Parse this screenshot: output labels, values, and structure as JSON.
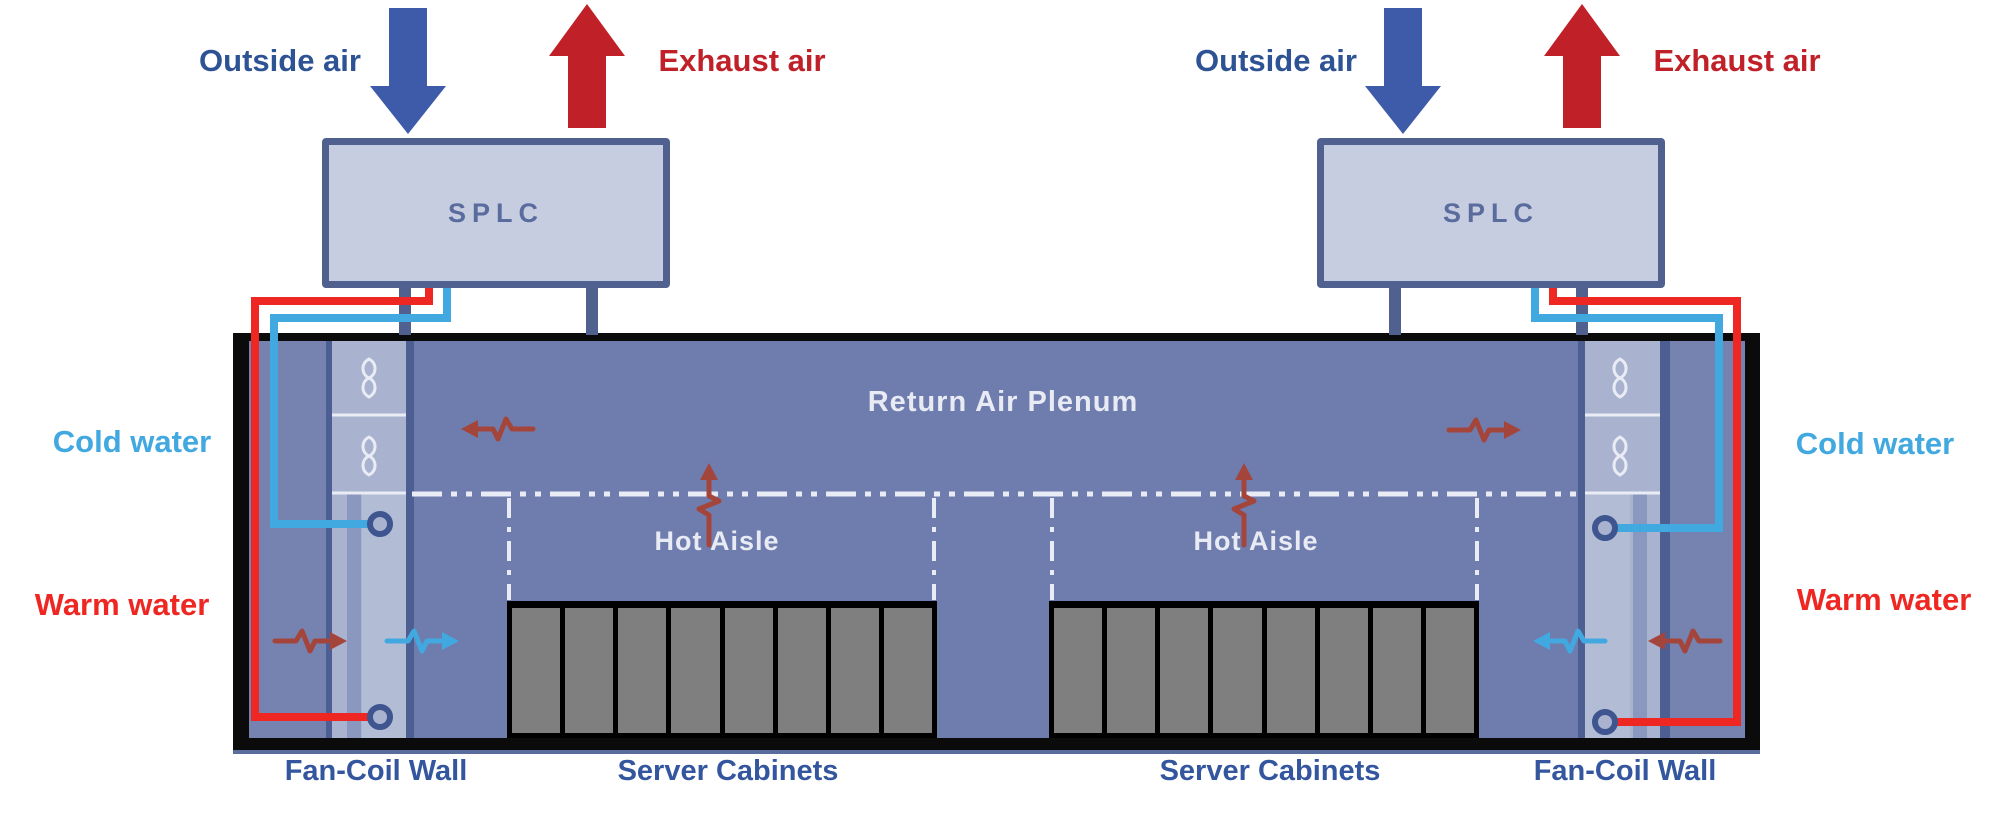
{
  "title": "Data center cooling airflow and water loop diagram",
  "labels": {
    "outside_air": "Outside air",
    "exhaust_air": "Exhaust air",
    "splc": "SPLC",
    "cold_water": "Cold water",
    "warm_water": "Warm water",
    "return_air_plenum": "Return Air Plenum",
    "hot_aisle": "Hot Aisle",
    "fan_coil_wall": "Fan-Coil Wall",
    "server_cabinets": "Server Cabinets"
  },
  "icons": {
    "fan": "fan-icon",
    "big_down_arrow": "outside-air-arrow",
    "big_up_arrow": "exhaust-air-arrow",
    "squiggle_arrow": "airflow-squiggle-arrow"
  },
  "structure": {
    "splc_units": 2,
    "fans_per_wall": 2,
    "cabinet_groups": 2,
    "cabinets_per_group": 8
  },
  "colors": {
    "outside_text": "#2e5395",
    "exhaust_text": "#c02128",
    "arrow_blue": "#3d5ba8",
    "arrow_red": "#c02128",
    "cold": "#41a8e0",
    "warm": "#ee2722",
    "warm_air": "#a4453c",
    "room": "#6f7dae",
    "side_panel": "#7682b0",
    "fan_band": "#a9b3cf",
    "band_substrip": "#8a98c0",
    "band_light": "#b3bcd5",
    "band_edge": "#4d5e93",
    "unit_fill": "#c7cde0",
    "unit_border": "#51618f",
    "duct": "#51618f",
    "cabinet": "#7f7f7f",
    "label_blue": "#33569e",
    "room_text": "#e8ebf3",
    "white_line": "#e9ecf4"
  }
}
